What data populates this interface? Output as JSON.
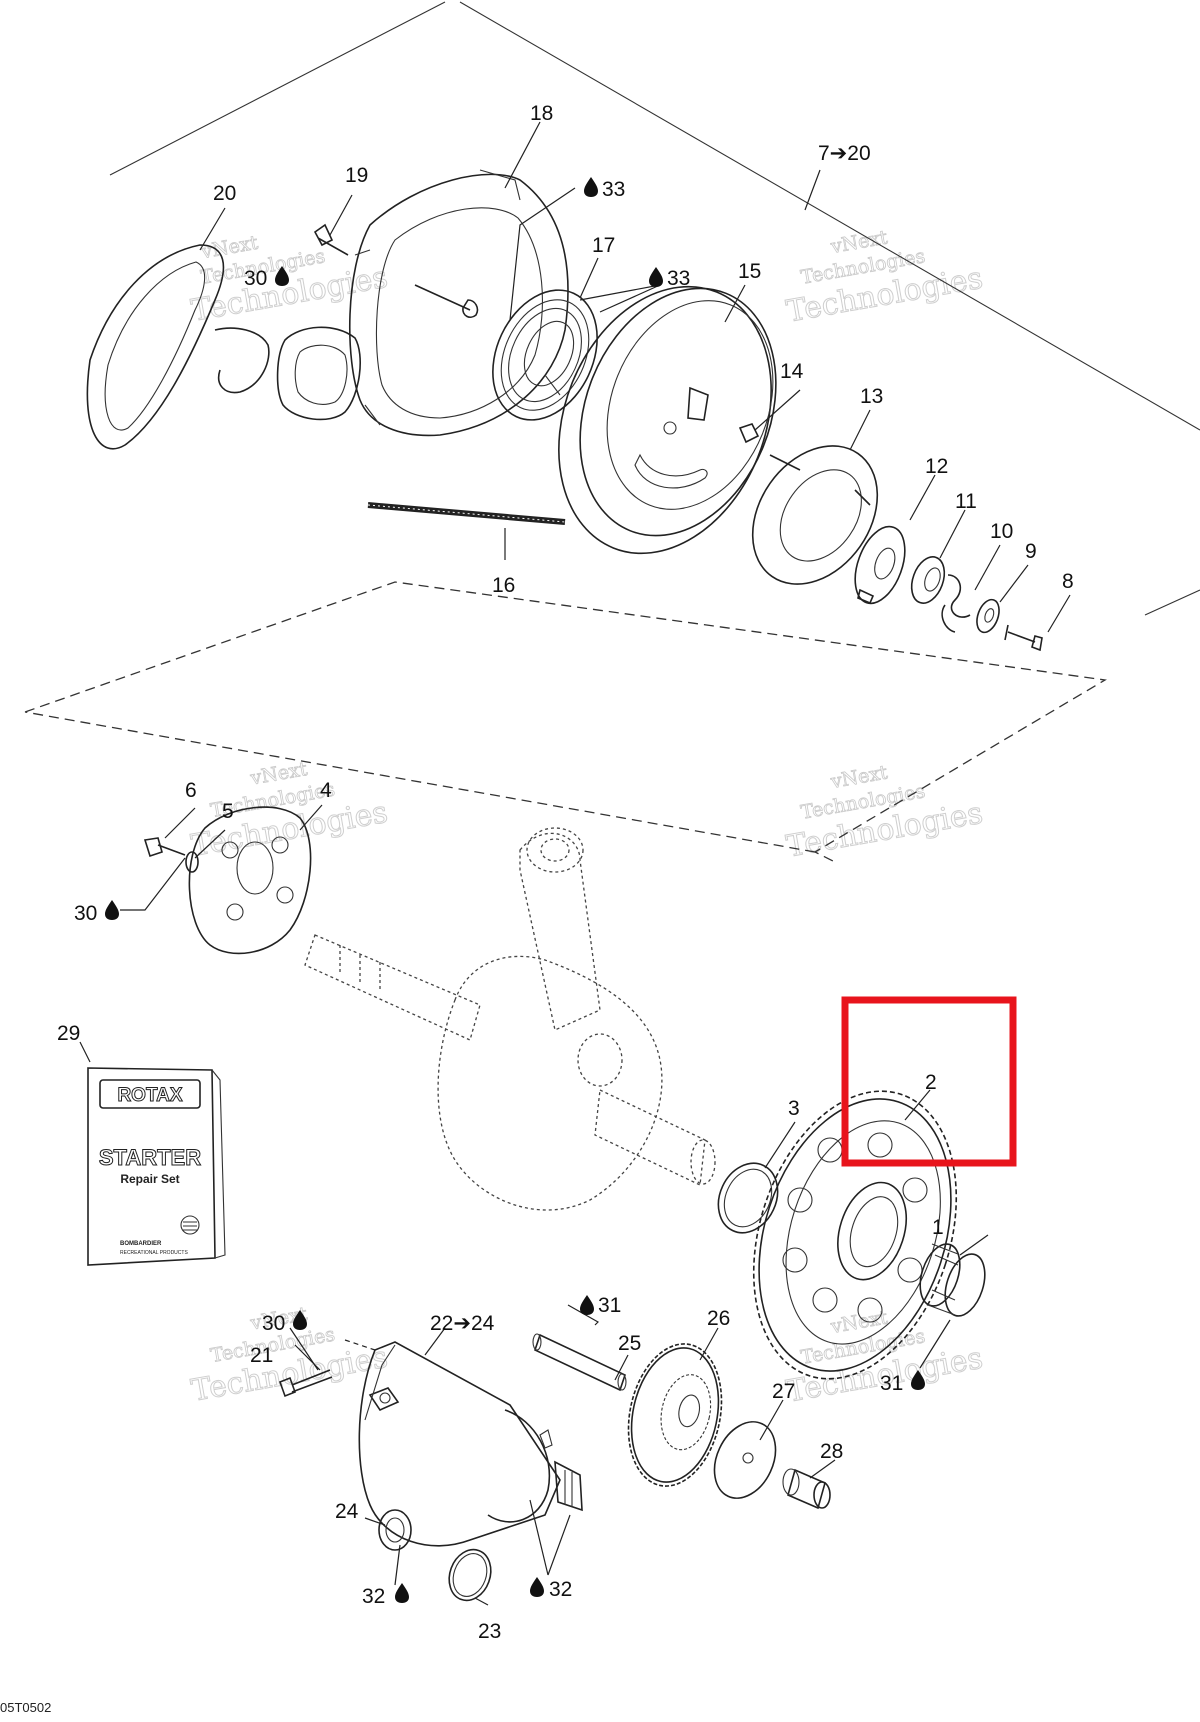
{
  "labels": {
    "l1": "1",
    "l2": "2",
    "l3": "3",
    "l4": "4",
    "l5": "5",
    "l6": "6",
    "l7_20": "7➔20",
    "l8": "8",
    "l9": "9",
    "l10": "10",
    "l11": "11",
    "l12": "12",
    "l13": "13",
    "l14": "14",
    "l15": "15",
    "l16": "16",
    "l17": "17",
    "l18": "18",
    "l19": "19",
    "l20": "20",
    "l21": "21",
    "l22_24": "22➔24",
    "l23": "23",
    "l24": "24",
    "l25": "25",
    "l26": "26",
    "l27": "27",
    "l28": "28",
    "l29": "29",
    "l30a": "30",
    "l30b": "30",
    "l30c": "30",
    "l31a": "31",
    "l31b": "31",
    "l32a": "32",
    "l32b": "32",
    "l33a": "33",
    "l33b": "33"
  },
  "manual": {
    "brand": "ROTAX",
    "title": "STARTER",
    "subtitle": "Repair Set",
    "publisher_line1": "BOMBARDIER",
    "publisher_line2": "RECREATIONAL PRODUCTS"
  },
  "watermark": {
    "line1": "vNext",
    "line2": "Technologies"
  },
  "drawing_code": "05T0502",
  "colors": {
    "highlight": "#e8141c",
    "ink": "#222222",
    "watermark": "#cccccc"
  }
}
